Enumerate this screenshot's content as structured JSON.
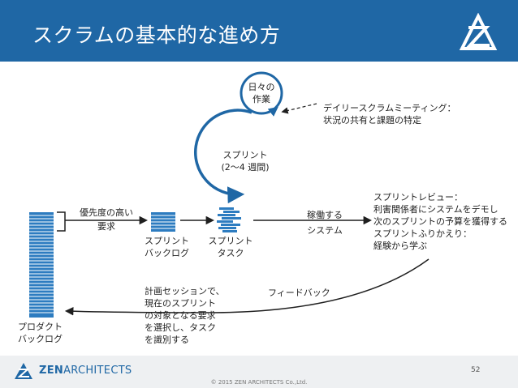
{
  "header": {
    "title": "スクラムの基本的な進め方"
  },
  "diagram": {
    "daily_work": [
      "日々の",
      "作業"
    ],
    "daily_scrum": [
      "デイリースクラムミーティング：",
      "状況の共有と課題の特定"
    ],
    "sprint": [
      "スプリント",
      "(2〜4 週間)"
    ],
    "priority": [
      "優先度の高い",
      "要求"
    ],
    "sprint_backlog": [
      "スプリント",
      "バックログ"
    ],
    "sprint_task": [
      "スプリント",
      "タスク"
    ],
    "working_system": [
      "稼働する",
      "システム"
    ],
    "review": [
      "スプリントレビュー：",
      "利害関係者にシステムをデモし",
      "次のスプリントの予算を獲得する",
      "スプリントふりかえり：",
      "経験から学ぶ"
    ],
    "feedback": "フィードバック",
    "planning": [
      "計画セッションで、",
      "現在のスプリント",
      "の対象となる要求",
      "を選択し、タスク",
      "を識別する"
    ],
    "product_backlog": [
      "プロダクト",
      "バックログ"
    ]
  },
  "footer": {
    "brand_bold": "ZEN",
    "brand_rest": "ARCHITECTS",
    "page_number": "52",
    "copyright": "© 2015 ZEN ARCHITECTS Co.,Ltd."
  },
  "colors": {
    "header_bg": "#1f67a5",
    "accent": "#1f67a5",
    "stack": "#2d7cc0"
  },
  "icons": [
    "zen-architects-logo-icon"
  ]
}
